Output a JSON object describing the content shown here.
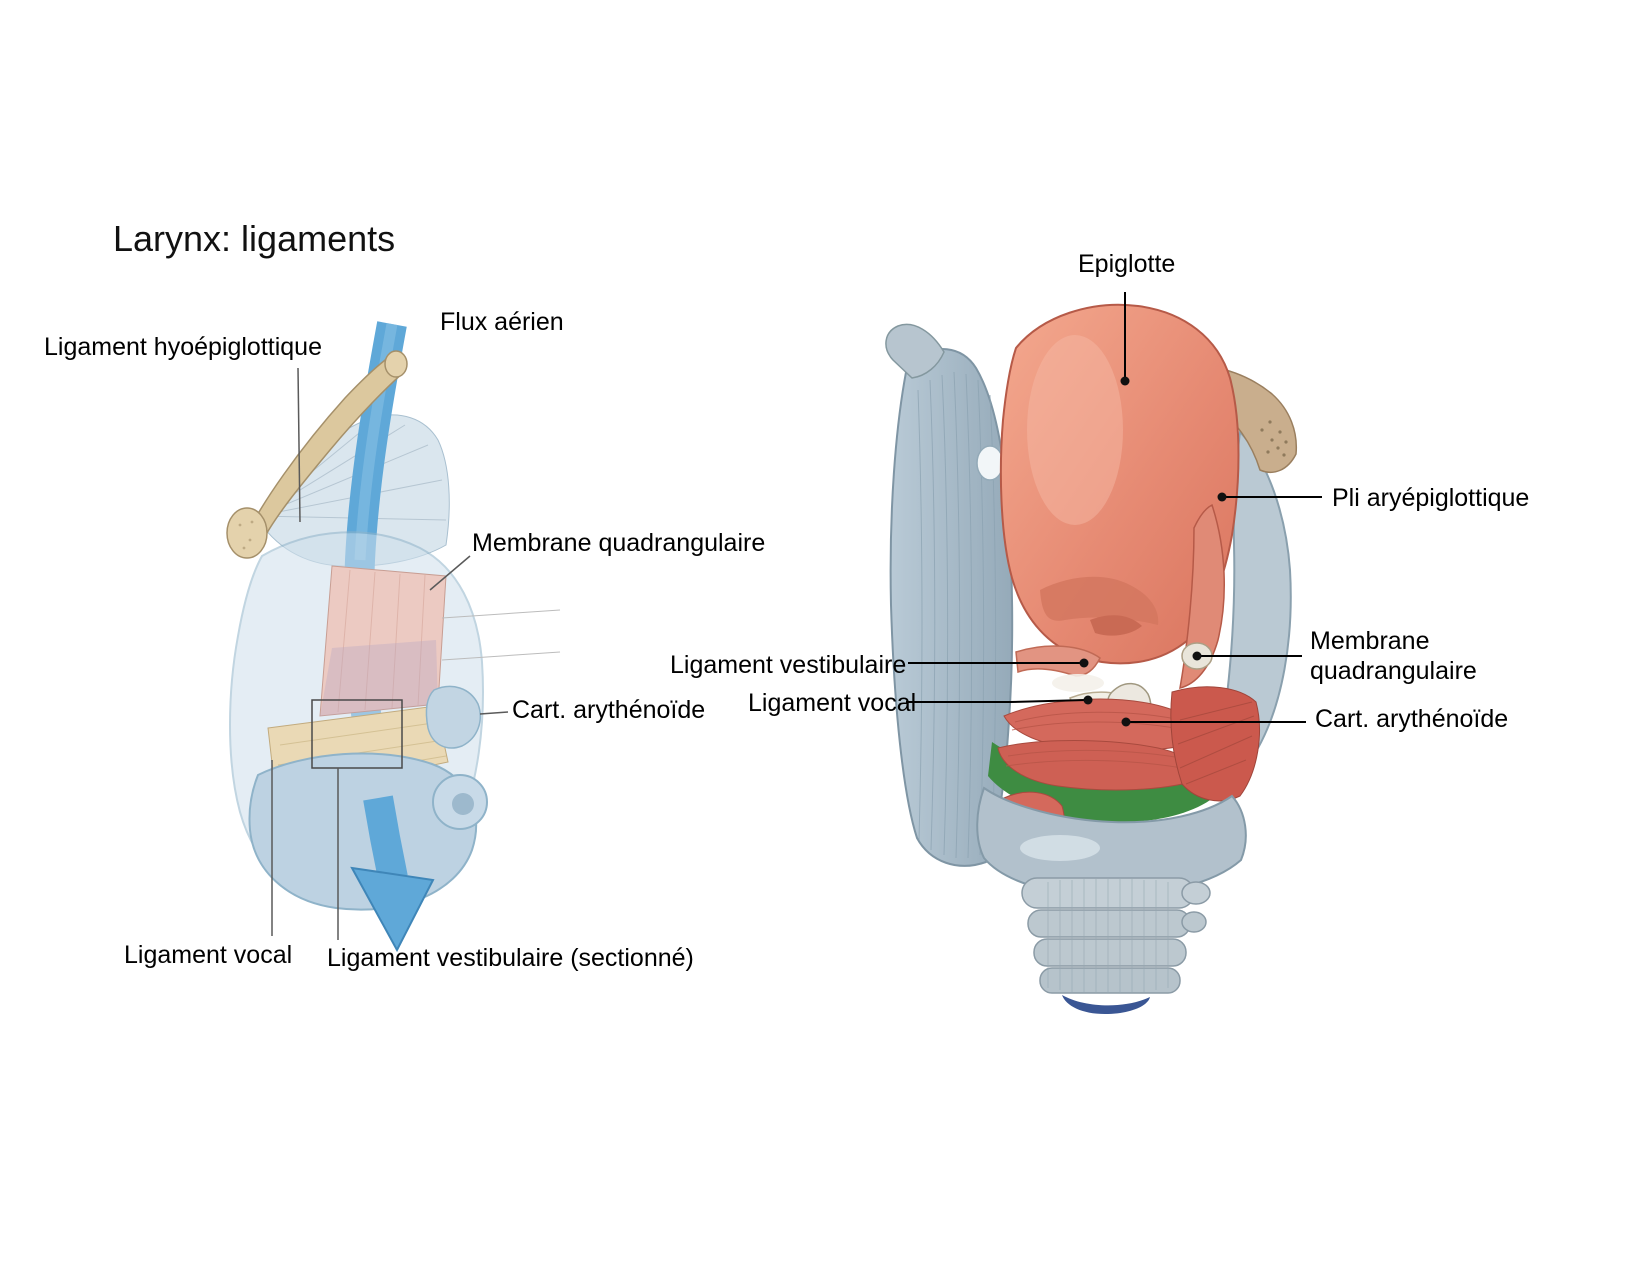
{
  "title": "Larynx: ligaments",
  "left_figure": {
    "labels": {
      "flux_aerien": "Flux aérien",
      "hyoepiglottique": "Ligament hyoépiglottique",
      "membrane_quadrangulaire": "Membrane quadrangulaire",
      "cart_arythenoide": "Cart. arythénoïde",
      "ligament_vocal": "Ligament vocal",
      "ligament_vestibulaire": "Ligament vestibulaire (sectionné)"
    }
  },
  "right_figure": {
    "labels": {
      "epiglotte": "Epiglotte",
      "pli_aryepiglottique": "Pli aryépiglottique",
      "ligament_vestibulaire": "Ligament vestibulaire",
      "ligament_vocal": "Ligament vocal",
      "membrane_quadrangulaire": "Membrane quadrangulaire",
      "cart_arythenoide": "Cart. arythénoïde"
    }
  },
  "colors": {
    "airflow_blue": "#5fa8d8",
    "airflow_dark": "#3f86b8",
    "cartilage_blue": "#cfe0ec",
    "bone_tan": "#dcc89e",
    "membrane_pink": "#eccac2",
    "vocal_cream": "#ead9b5",
    "epiglottis_salmon": "#e68a73",
    "muscle_red": "#d4695c",
    "cricothyroid_green": "#3e8c42",
    "gray_cartilage": "#aabdca",
    "leader_line": "#000000"
  }
}
